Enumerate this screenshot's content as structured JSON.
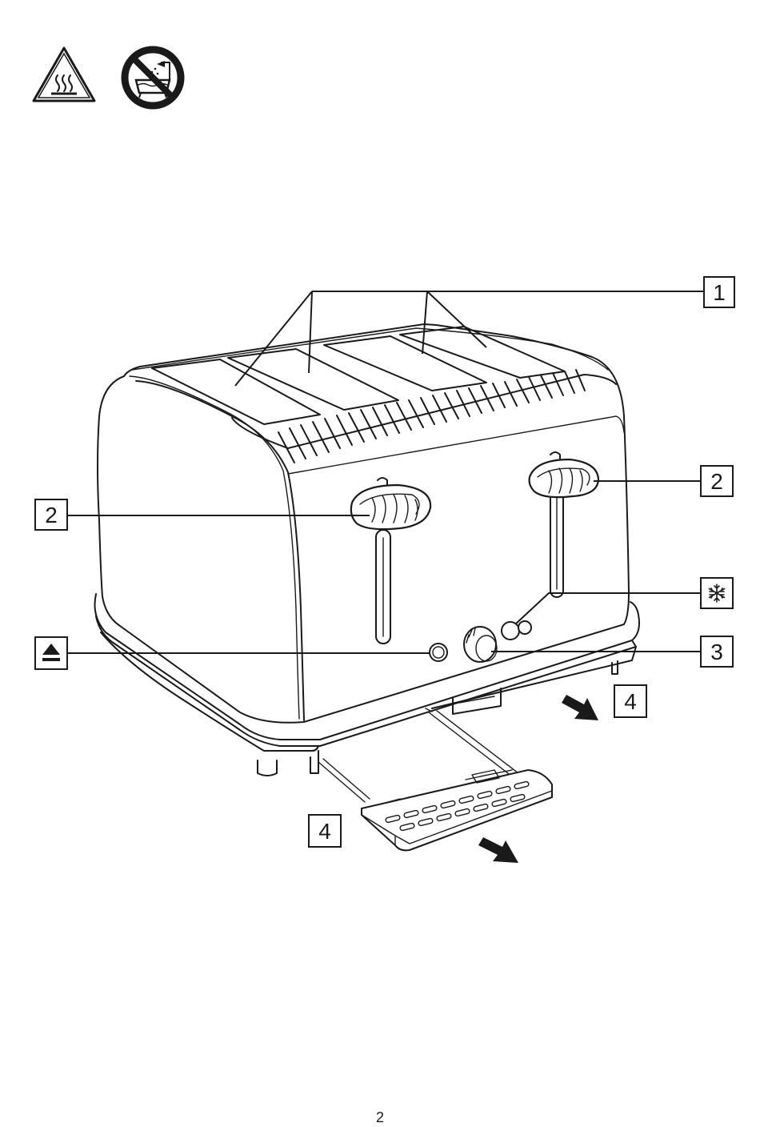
{
  "warning_icons": [
    {
      "icon": "hot-surface-warning-icon"
    },
    {
      "icon": "no-water-immersion-icon"
    }
  ],
  "callouts": {
    "slots": "1",
    "lever_left": "2",
    "lever_right": "2",
    "browning_control": "3",
    "crumb_tray_right": "4",
    "crumb_tray_bottom": "4",
    "cancel": {
      "icon": "eject-cancel-icon"
    },
    "frozen": {
      "icon": "snowflake-frozen-icon"
    }
  },
  "footer": {
    "page_number": "2"
  }
}
